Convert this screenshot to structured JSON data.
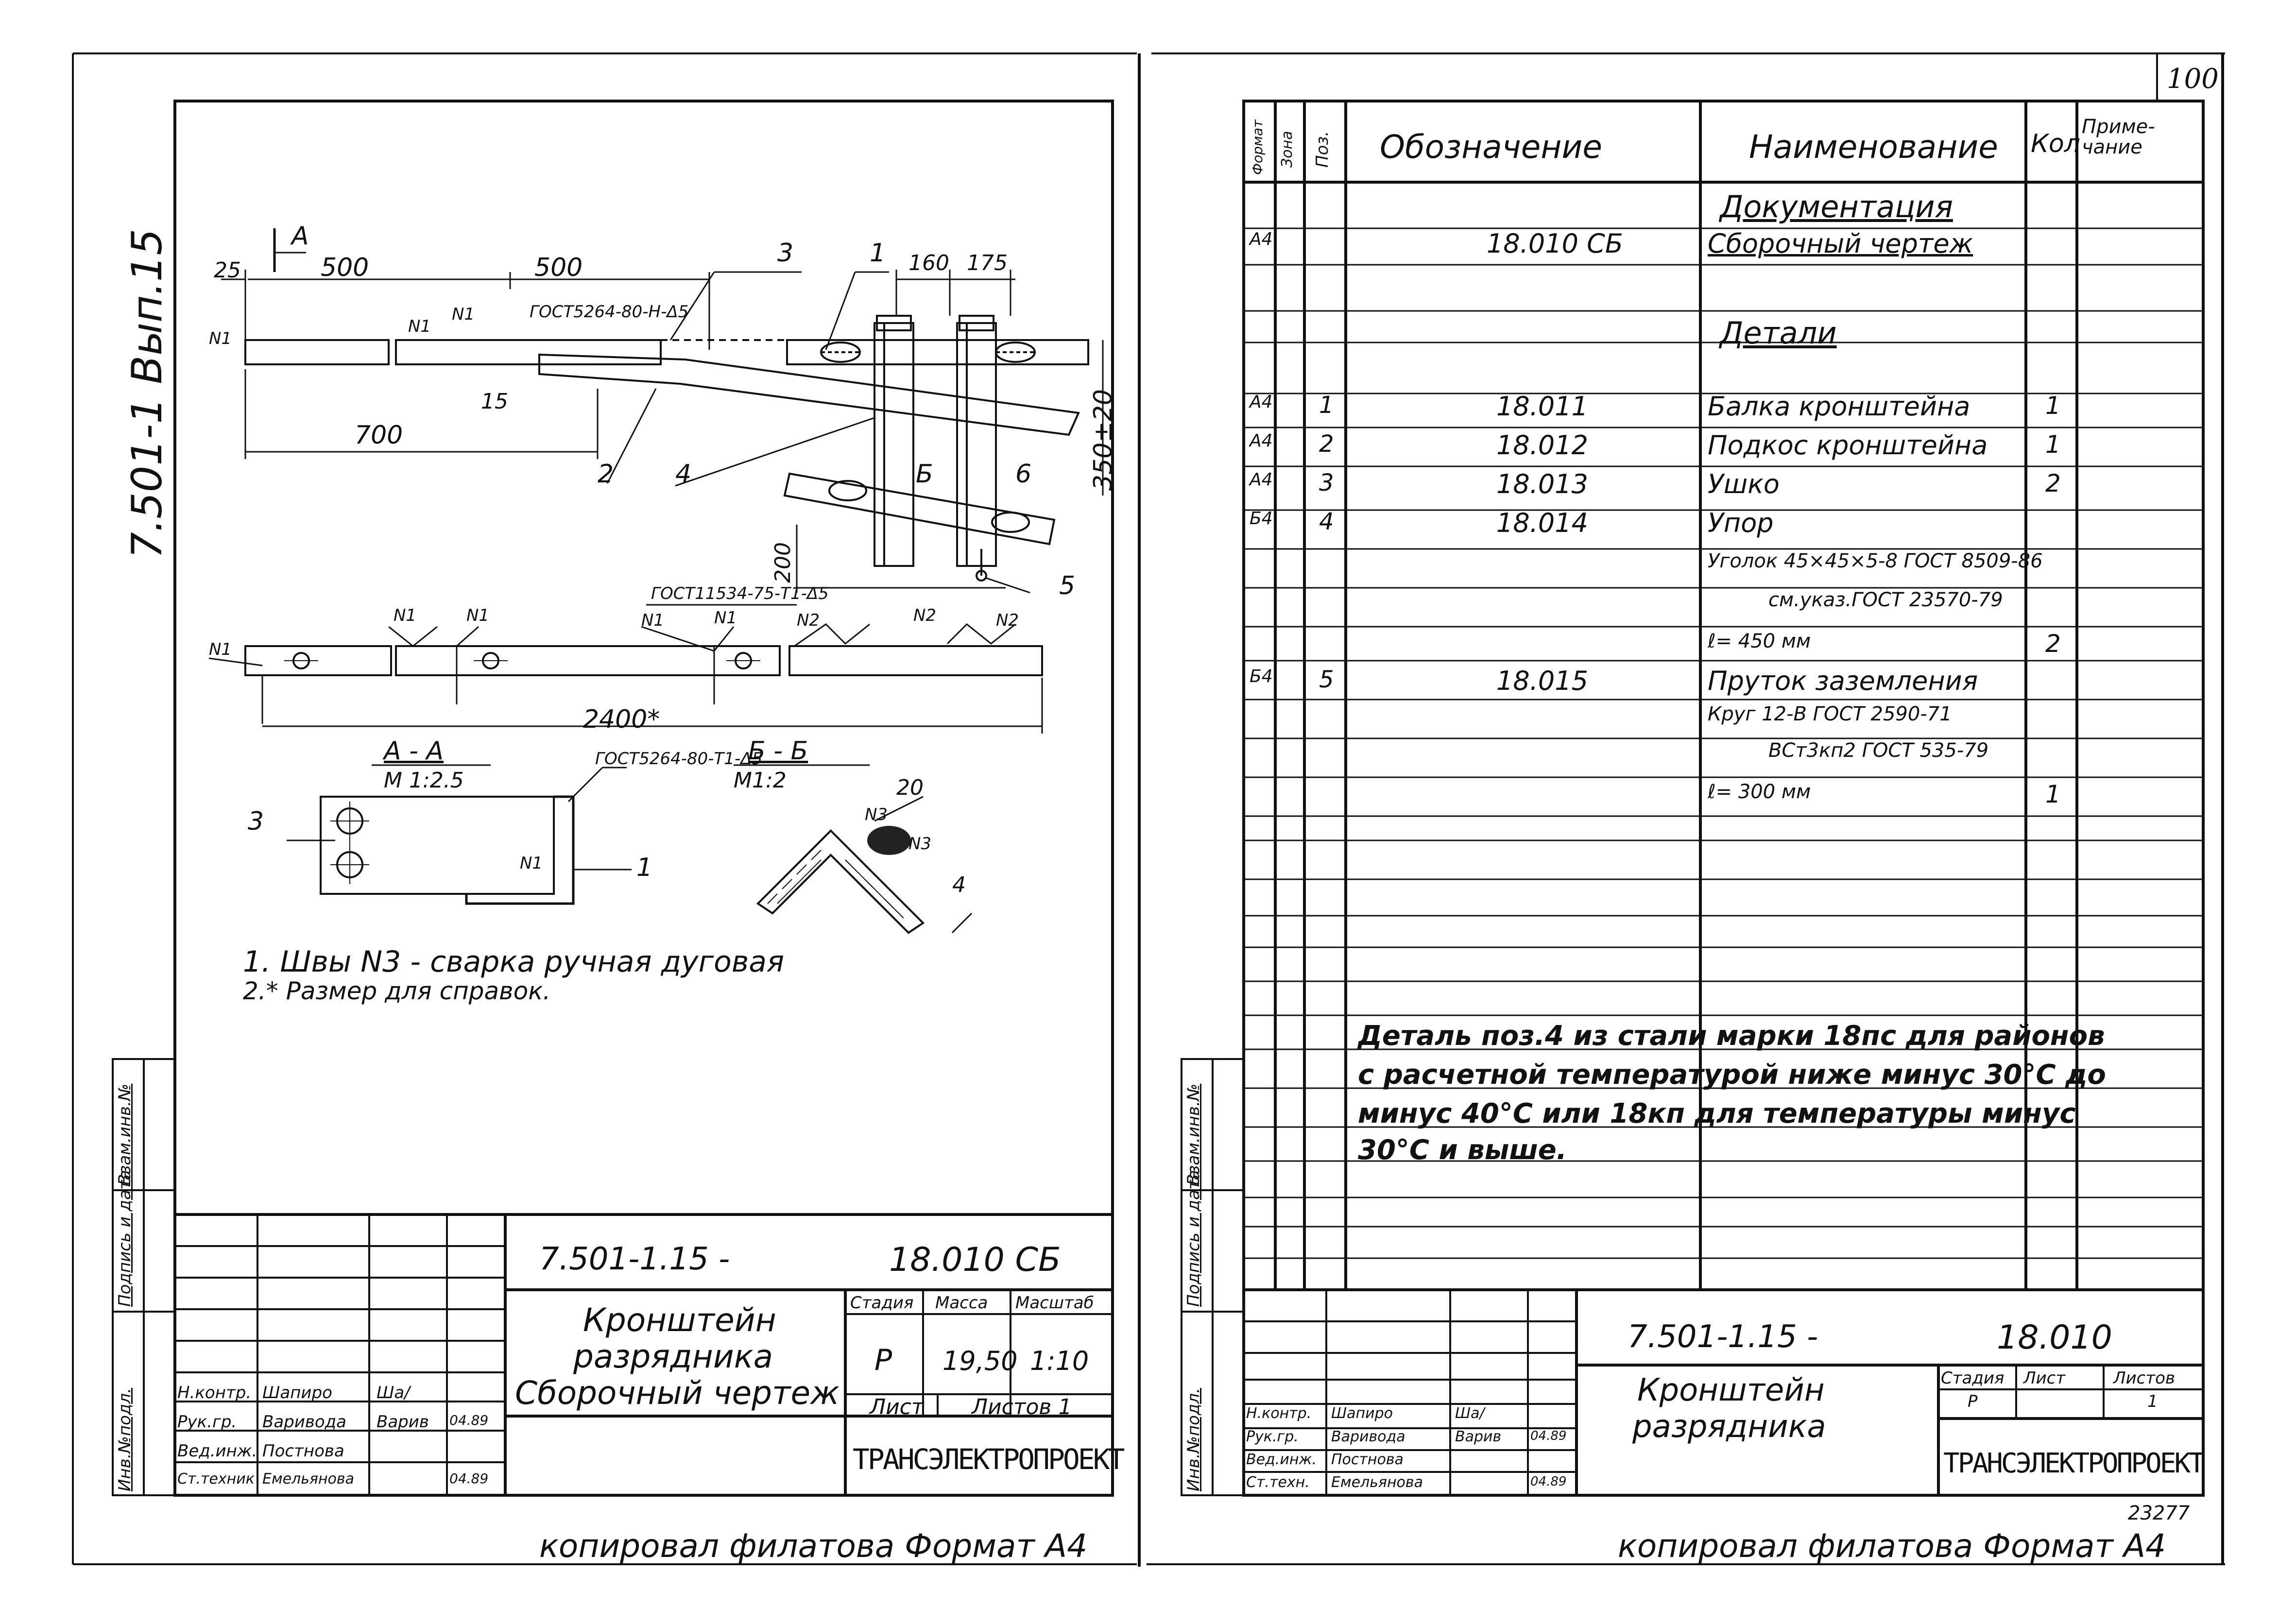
{
  "page": {
    "sheet_number": "100",
    "copied_left": "копировал филатова Формат А4",
    "copied_right": "копировал филатова Формат А4",
    "archive_number": "23277"
  },
  "left_sheet": {
    "vertical_doc": "7.501-1 Вып.15",
    "drawing": {
      "section_mark": "А",
      "dims_top": [
        "25",
        "500",
        "500",
        "160",
        "175"
      ],
      "dims_other": [
        "700",
        "15",
        "350±20",
        "200",
        "2400*"
      ],
      "gost_weld_1": "ГОСТ5264-80-Н-Δ5",
      "gost_weld_2": "ГОСТ11534-75-Т1-Δ5",
      "gost_weld_3": "ГОСТ5264-80-Т1-Δ5",
      "pos_labels": [
        "1",
        "2",
        "3",
        "4",
        "5",
        "6",
        "Б"
      ],
      "weld_marks": [
        "N1",
        "N2",
        "N3"
      ],
      "section_aa_title": "А - А",
      "section_aa_scale": "М 1:2.5",
      "section_bb_title": "Б - Б",
      "section_bb_scale": "М1:2",
      "section_bb_dims": [
        "20",
        "4"
      ]
    },
    "notes": [
      "1. Швы N3 - сварка ручная дуговая",
      "2.* Размер для справок."
    ],
    "side_labels": [
      "Инв.№подл.",
      "Подпись и дата",
      "Взам.инв.№"
    ],
    "title_block": {
      "doc_code": "7.501-1.15 -",
      "designation": "18.010 СБ",
      "name_line1": "Кронштейн",
      "name_line2": "разрядника",
      "name_line3": "Сборочный чертеж",
      "stage_header": "Стадия",
      "mass_header": "Масса",
      "scale_header": "Масштаб",
      "stage": "Р",
      "mass": "19,50",
      "scale": "1:10",
      "sheet": "Лист",
      "sheets": "Листов 1",
      "company": "ТРАНСЭЛЕКТРОПРОЕКТ",
      "roles": [
        {
          "role": "Н.контр.",
          "name": "Шапиро",
          "sign": "Ша/",
          "date": ""
        },
        {
          "role": "Рук.гр.",
          "name": "Варивода",
          "sign": "Варив",
          "date": "04.89"
        },
        {
          "role": "Вед.инж.",
          "name": "Постнова",
          "sign": "",
          "date": ""
        },
        {
          "role": "Ст.техник",
          "name": "Емельянова",
          "sign": "",
          "date": "04.89"
        }
      ]
    }
  },
  "right_sheet": {
    "headers": {
      "format": "Формат",
      "zone": "Зона",
      "pos": "Поз.",
      "designation": "Обозначение",
      "name": "Наименование",
      "qty": "Кол",
      "note": "Приме-чание"
    },
    "rows": [
      {
        "format": "",
        "pos": "",
        "designation": "",
        "name": "Документация",
        "qty": "",
        "style": "section"
      },
      {
        "format": "А4",
        "pos": "",
        "designation": "18.010 СБ",
        "name": "Сборочный чертеж",
        "qty": "",
        "style": "underline"
      },
      {
        "format": "",
        "pos": "",
        "designation": "",
        "name": "Детали",
        "qty": "",
        "style": "section"
      },
      {
        "format": "А4",
        "pos": "1",
        "designation": "18.011",
        "name": "Балка кронштейна",
        "qty": "1",
        "style": ""
      },
      {
        "format": "А4",
        "pos": "2",
        "designation": "18.012",
        "name": "Подкос кронштейна",
        "qty": "1",
        "style": ""
      },
      {
        "format": "А4",
        "pos": "3",
        "designation": "18.013",
        "name": "Ушко",
        "qty": "2",
        "style": ""
      },
      {
        "format": "Б4",
        "pos": "4",
        "designation": "18.014",
        "name": "Упор",
        "qty": "",
        "style": ""
      },
      {
        "format": "",
        "pos": "",
        "designation": "",
        "name": "Уголок 45×45×5-8 ГОСТ 8509-86",
        "qty": "",
        "style": "small"
      },
      {
        "format": "",
        "pos": "",
        "designation": "",
        "name": "см.указ.ГОСТ 23570-79",
        "qty": "",
        "style": "small"
      },
      {
        "format": "",
        "pos": "",
        "designation": "",
        "name": "ℓ= 450 мм",
        "qty": "2",
        "style": "small"
      },
      {
        "format": "Б4",
        "pos": "5",
        "designation": "18.015",
        "name": "Пруток заземления",
        "qty": "",
        "style": ""
      },
      {
        "format": "",
        "pos": "",
        "designation": "",
        "name": "Круг 12-В ГОСТ 2590-71",
        "qty": "",
        "style": "small"
      },
      {
        "format": "",
        "pos": "",
        "designation": "",
        "name": "ВСт3кп2 ГОСТ 535-79",
        "qty": "",
        "style": "small"
      },
      {
        "format": "",
        "pos": "",
        "designation": "",
        "name": "ℓ= 300 мм",
        "qty": "1",
        "style": "small"
      }
    ],
    "note_lines": [
      "Деталь поз.4 из стали марки 18пс для районов",
      "с расчетной температурой ниже минус 30°С до",
      "минус 40°С или 18кп для температуры минус",
      "30°С и выше."
    ],
    "side_labels": [
      "Инв.№подл.",
      "Подпись и дата",
      "Взам.инв.№"
    ],
    "title_block": {
      "doc_code": "7.501-1.15 -",
      "designation": "18.010",
      "name_line1": "Кронштейн",
      "name_line2": "разрядника",
      "stage_header": "Стадия",
      "sheet_header": "Лист",
      "sheets_header": "Листов",
      "stage": "Р",
      "sheets": "1",
      "company": "ТРАНСЭЛЕКТРОПРОЕКТ",
      "roles": [
        {
          "role": "Н.контр.",
          "name": "Шапиро",
          "sign": "Ша/",
          "date": ""
        },
        {
          "role": "Рук.гр.",
          "name": "Варивода",
          "sign": "Варив",
          "date": "04.89"
        },
        {
          "role": "Вед.инж.",
          "name": "Постнова",
          "sign": "",
          "date": ""
        },
        {
          "role": "Ст.техн.",
          "name": "Емельянова",
          "sign": "",
          "date": "04.89"
        }
      ]
    }
  }
}
